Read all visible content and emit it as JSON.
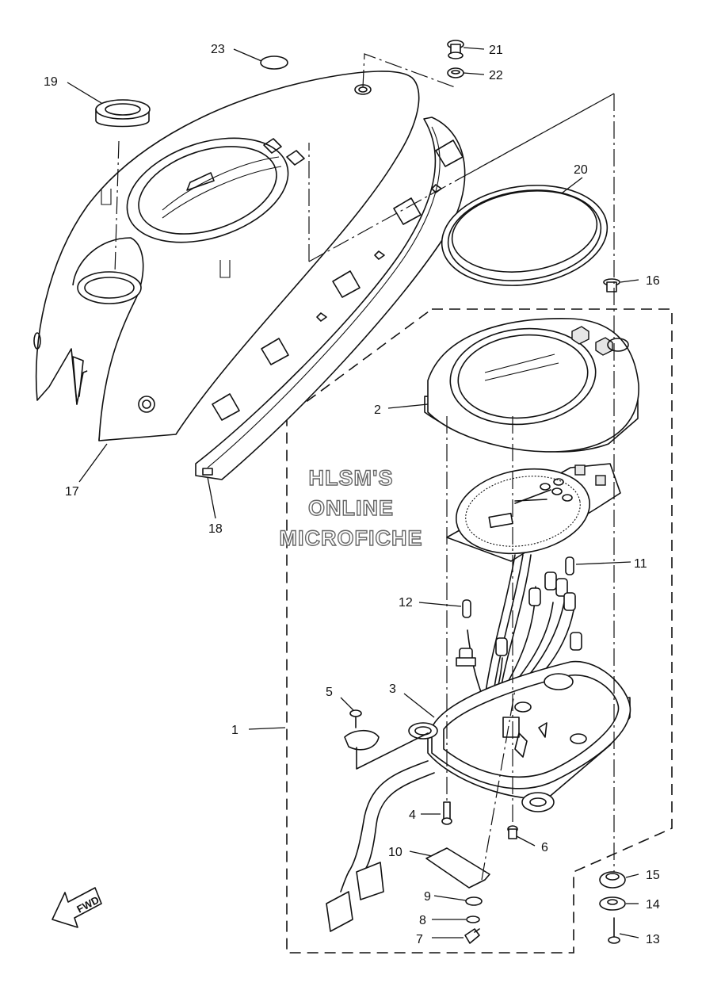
{
  "watermark": {
    "line1": "HLSM'S",
    "line2": "ONLINE",
    "line3": "MICROFICHE"
  },
  "direction_label": "FWD",
  "callouts": [
    {
      "id": "1",
      "label": "1"
    },
    {
      "id": "2",
      "label": "2"
    },
    {
      "id": "3",
      "label": "3"
    },
    {
      "id": "4",
      "label": "4"
    },
    {
      "id": "5",
      "label": "5"
    },
    {
      "id": "6",
      "label": "6"
    },
    {
      "id": "7",
      "label": "7"
    },
    {
      "id": "8",
      "label": "8"
    },
    {
      "id": "9",
      "label": "9"
    },
    {
      "id": "10",
      "label": "10"
    },
    {
      "id": "11",
      "label": "11"
    },
    {
      "id": "12",
      "label": "12"
    },
    {
      "id": "13",
      "label": "13"
    },
    {
      "id": "14",
      "label": "14"
    },
    {
      "id": "15",
      "label": "15"
    },
    {
      "id": "16",
      "label": "16"
    },
    {
      "id": "17",
      "label": "17"
    },
    {
      "id": "18",
      "label": "18"
    },
    {
      "id": "19",
      "label": "19"
    },
    {
      "id": "20",
      "label": "20"
    },
    {
      "id": "21",
      "label": "21"
    },
    {
      "id": "22",
      "label": "22"
    },
    {
      "id": "23",
      "label": "23"
    }
  ]
}
